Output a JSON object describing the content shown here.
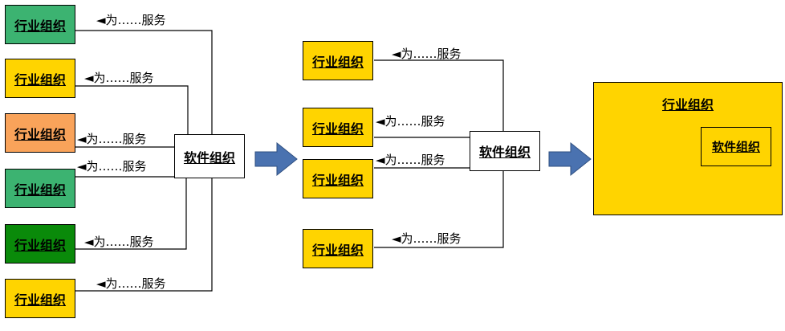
{
  "colors": {
    "green": "#3cb371",
    "yellow": "#ffd400",
    "orange": "#f9a35a",
    "darkgreen": "#0a8a0a",
    "arrow": "#4a72b0",
    "line": "#000000"
  },
  "left_group": {
    "items": [
      {
        "org": "行业组织",
        "service": "◄为……服务",
        "color": "green"
      },
      {
        "org": "行业组织",
        "service": "◄为……服务",
        "color": "yellow"
      },
      {
        "org": "行业组织",
        "service": "◄为……服务",
        "color": "orange"
      },
      {
        "org": "行业组织",
        "service": "◄为……服务",
        "color": "green"
      },
      {
        "org": "行业组织",
        "service": "◄为……服务",
        "color": "darkgreen"
      },
      {
        "org": "行业组织",
        "service": "◄为……服务",
        "color": "yellow"
      }
    ],
    "hub": "软件组织"
  },
  "middle_group": {
    "items": [
      {
        "org": "行业组织",
        "service": "◄为……服务",
        "color": "yellow"
      },
      {
        "org": "行业组织",
        "service": "◄为……服务",
        "color": "yellow"
      },
      {
        "org": "行业组织",
        "service": "◄为……服务",
        "color": "yellow"
      },
      {
        "org": "行业组织",
        "service": "◄为……服务",
        "color": "yellow"
      }
    ],
    "hub": "软件组织"
  },
  "right_group": {
    "outer": "行业组织",
    "inner": "软件组织"
  }
}
